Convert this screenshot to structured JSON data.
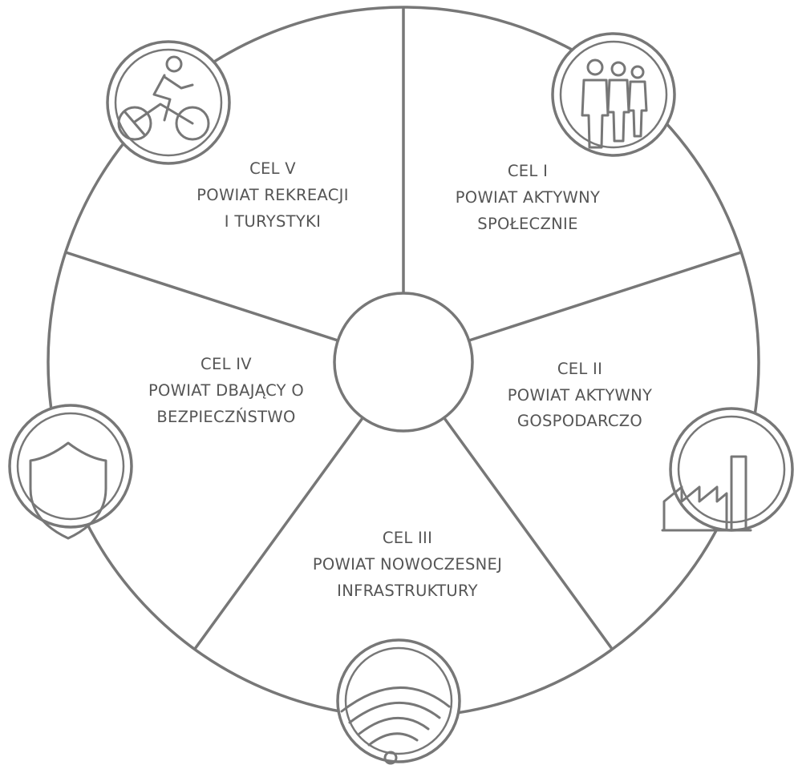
{
  "diagram": {
    "segments": [
      {
        "id": "cel-1",
        "lines": [
          "CEL I",
          "POWIAT AKTYWNY",
          "SPOŁECZNIE"
        ],
        "icon": "people-icon"
      },
      {
        "id": "cel-2",
        "lines": [
          "CEL II",
          "POWIAT AKTYWNY",
          "GOSPODARCZO"
        ],
        "icon": "factory-icon"
      },
      {
        "id": "cel-3",
        "lines": [
          "CEL III",
          "POWIAT NOWOCZESNEJ",
          "INFRASTRUKTURY"
        ],
        "icon": "wifi-icon"
      },
      {
        "id": "cel-4",
        "lines": [
          "CEL IV",
          "POWIAT DBAJĄCY O",
          "BEZPIECZŃSTWO"
        ],
        "icon": "shield-icon"
      },
      {
        "id": "cel-5",
        "lines": [
          "CEL V",
          "POWIAT REKREACJI",
          "I TURYSTYKI"
        ],
        "icon": "cyclist-icon"
      }
    ],
    "colors": {
      "stroke": "#777777",
      "text": "#555555",
      "background": "#ffffff"
    }
  }
}
